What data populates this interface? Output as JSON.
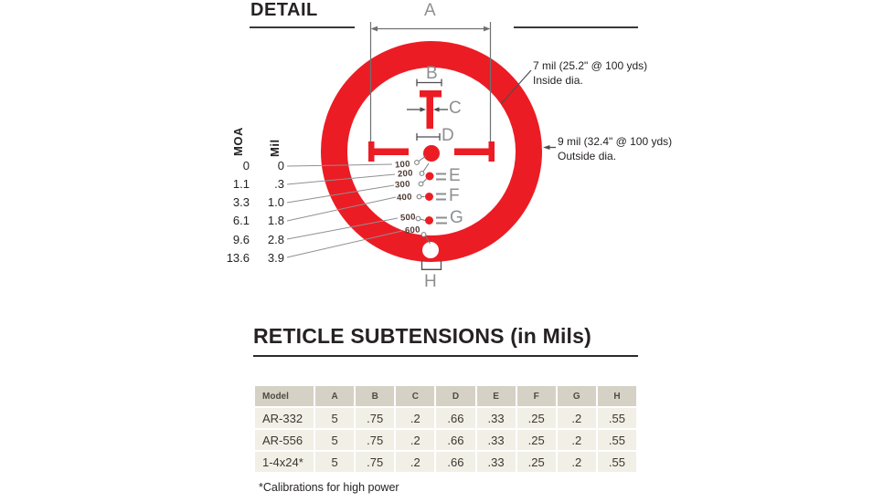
{
  "detail": {
    "title": "DETAIL"
  },
  "diagram": {
    "dim_labels": {
      "A": "A",
      "B": "B",
      "C": "C",
      "D": "D",
      "E": "E",
      "F": "F",
      "G": "G",
      "H": "H"
    },
    "annotations": {
      "inside": {
        "line1": "7 mil (25.2\" @ 100 yds)",
        "line2": "Inside dia."
      },
      "outside": {
        "line1": "9 mil (32.4\" @ 100 yds)",
        "line2": "Outside dia."
      }
    },
    "moa_mil": {
      "col1_header": "MOA",
      "col2_header": "Mil",
      "rows": [
        {
          "moa": "0",
          "mil": "0"
        },
        {
          "moa": "1.1",
          "mil": ".3"
        },
        {
          "moa": "3.3",
          "mil": "1.0"
        },
        {
          "moa": "6.1",
          "mil": "1.8"
        },
        {
          "moa": "9.6",
          "mil": "2.8"
        },
        {
          "moa": "13.6",
          "mil": "3.9"
        }
      ]
    },
    "ranges": [
      "100",
      "200",
      "300",
      "400",
      "500",
      "600"
    ],
    "colors": {
      "reticle_red": "#EC1C24",
      "range_text": "#4f3a33",
      "annotation_gray": "#8d8f92",
      "line_gray": "#6f7072"
    }
  },
  "subtensions": {
    "title": "RETICLE SUBTENSIONS (in Mils)",
    "table": {
      "headers": [
        "Model",
        "A",
        "B",
        "C",
        "D",
        "E",
        "F",
        "G",
        "H"
      ],
      "rows": [
        [
          "AR-332",
          "5",
          ".75",
          ".2",
          ".66",
          ".33",
          ".25",
          ".2",
          ".55"
        ],
        [
          "AR-556",
          "5",
          ".75",
          ".2",
          ".66",
          ".33",
          ".25",
          ".2",
          ".55"
        ],
        [
          "1-4x24*",
          "5",
          ".75",
          ".2",
          ".66",
          ".33",
          ".25",
          ".2",
          ".55"
        ]
      ]
    },
    "footnote": "*Calibrations for high power"
  }
}
